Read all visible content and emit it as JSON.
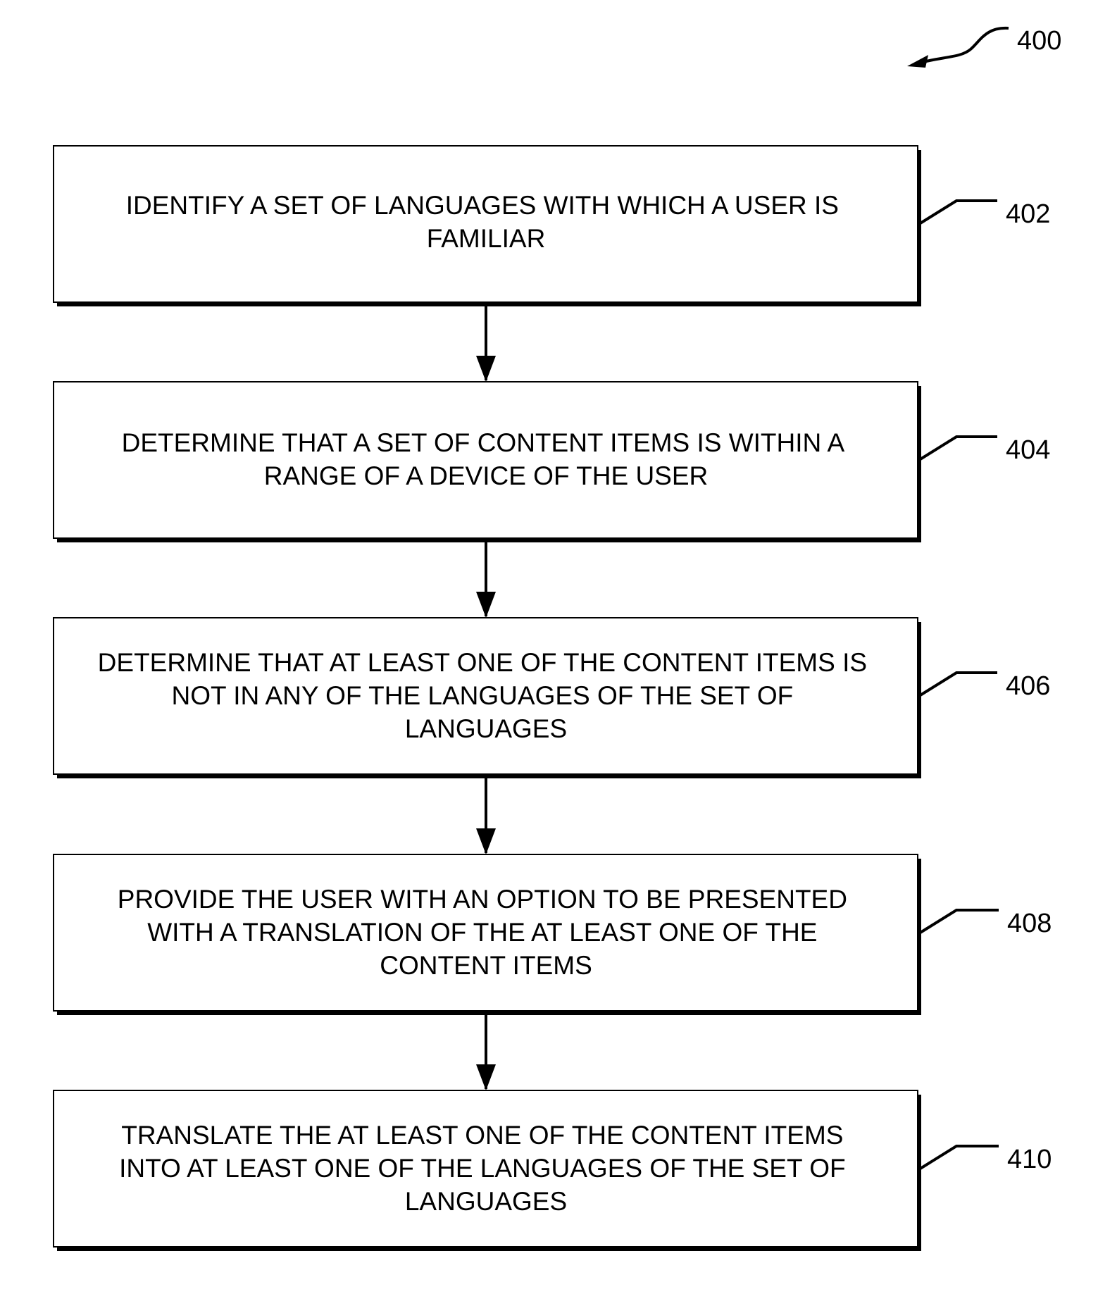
{
  "figure": {
    "ref": "400",
    "steps": [
      {
        "ref": "402",
        "lines": [
          "IDENTIFY A SET OF LANGUAGES WITH WHICH A USER IS",
          "FAMILIAR"
        ]
      },
      {
        "ref": "404",
        "lines": [
          "DETERMINE THAT A SET OF CONTENT ITEMS IS WITHIN A",
          "RANGE OF A DEVICE OF THE USER"
        ]
      },
      {
        "ref": "406",
        "lines": [
          "DETERMINE THAT AT LEAST ONE OF THE CONTENT ITEMS IS",
          "NOT IN ANY OF THE LANGUAGES OF THE SET OF",
          "LANGUAGES"
        ]
      },
      {
        "ref": "408",
        "lines": [
          "PROVIDE THE USER WITH AN OPTION TO BE PRESENTED",
          "WITH A TRANSLATION OF THE AT LEAST ONE OF THE",
          "CONTENT ITEMS"
        ]
      },
      {
        "ref": "410",
        "lines": [
          "TRANSLATE THE AT LEAST ONE OF THE CONTENT ITEMS",
          "INTO AT LEAST ONE OF THE LANGUAGES OF THE SET OF",
          "LANGUAGES"
        ]
      }
    ]
  }
}
